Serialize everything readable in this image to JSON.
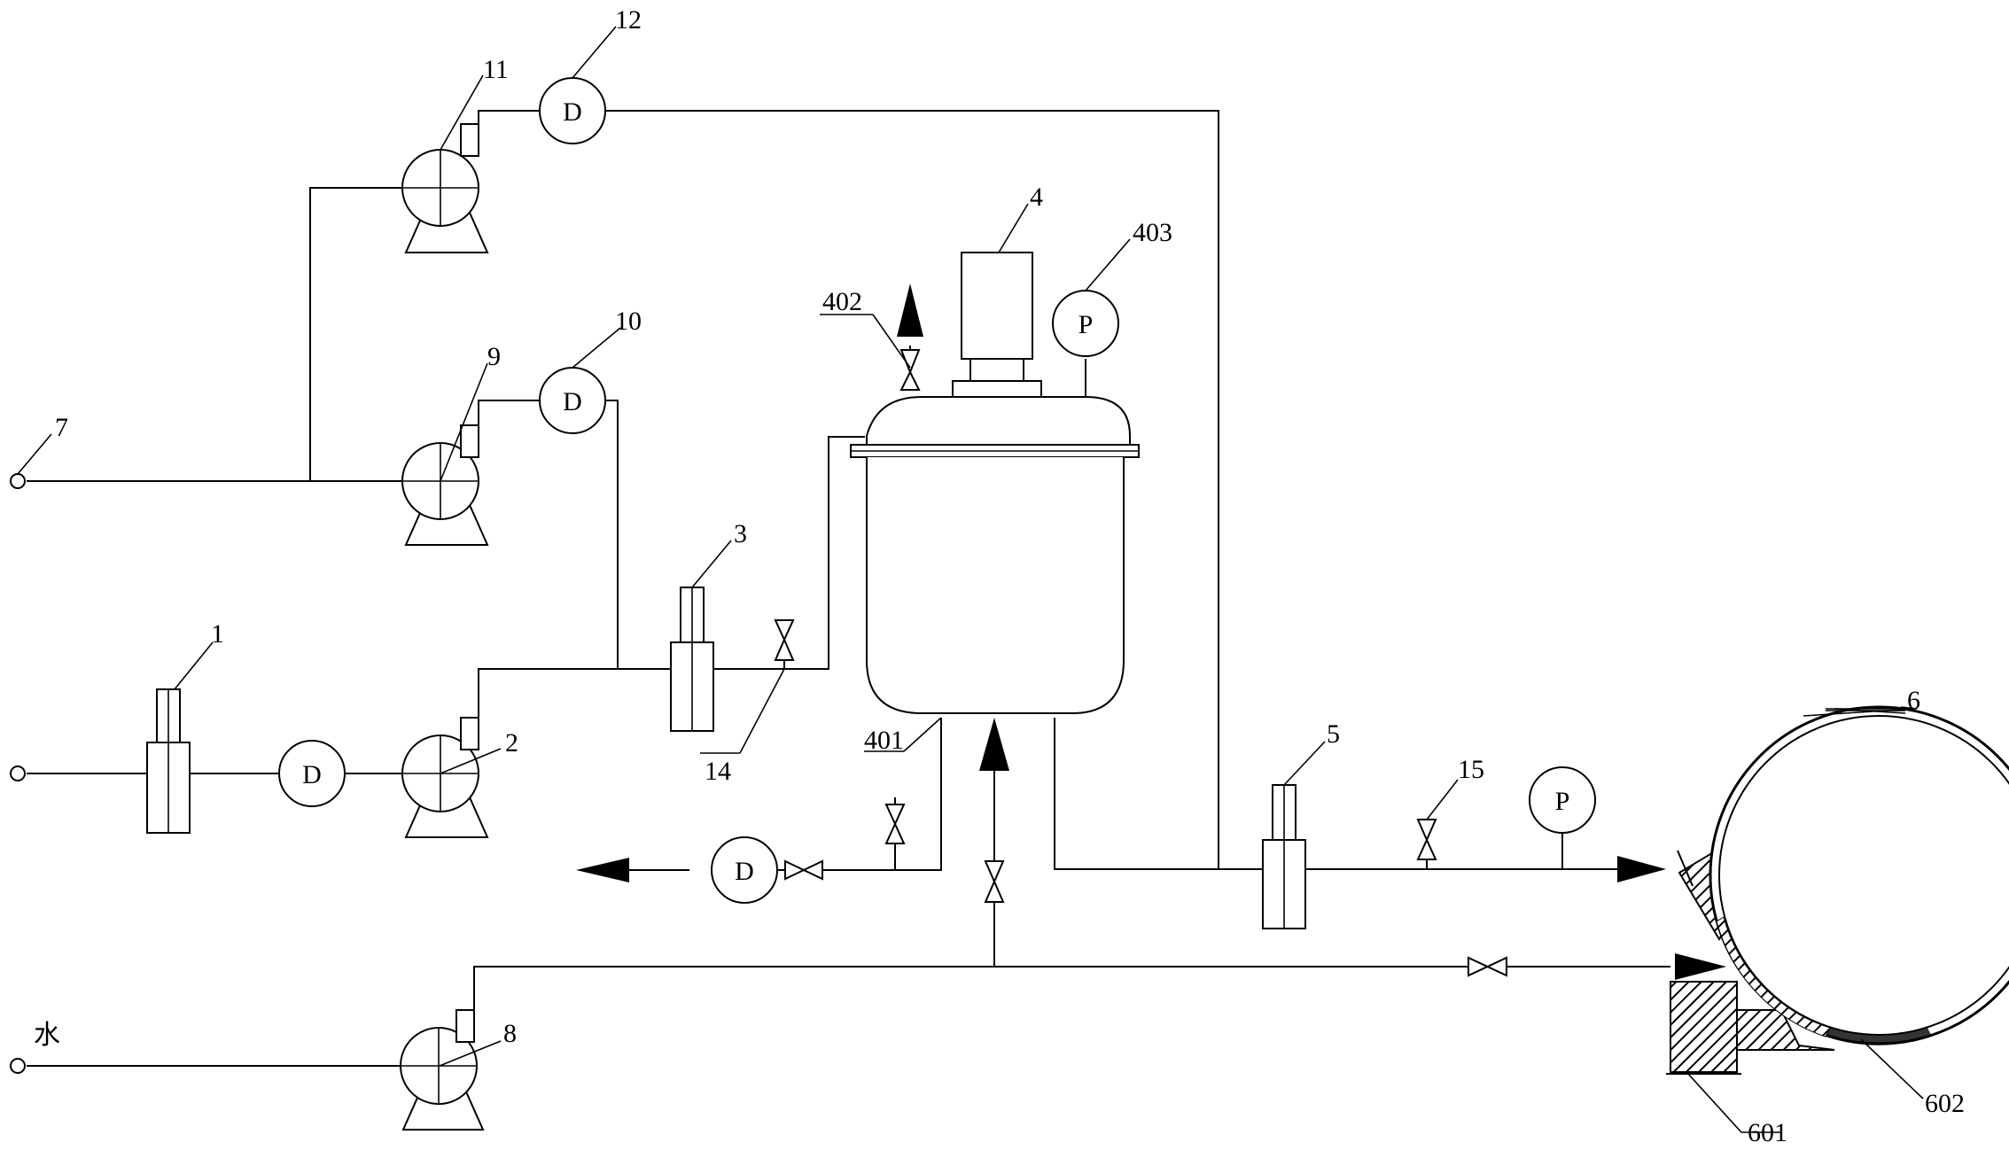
{
  "labels": {
    "n1": "1",
    "n2": "2",
    "n3": "3",
    "n4": "4",
    "n5": "5",
    "n6": "6",
    "n7": "7",
    "n8": "8",
    "n9": "9",
    "n10": "10",
    "n11": "11",
    "n12": "12",
    "n14": "14",
    "n15": "15",
    "n401": "401",
    "n402": "402",
    "n403": "403",
    "n601": "601",
    "n602": "602",
    "water": "水"
  },
  "instrument_symbols": {
    "flow_meter": "D",
    "pressure_gauge": "P"
  },
  "colors": {
    "line": "#000000",
    "background": "#ffffff"
  }
}
